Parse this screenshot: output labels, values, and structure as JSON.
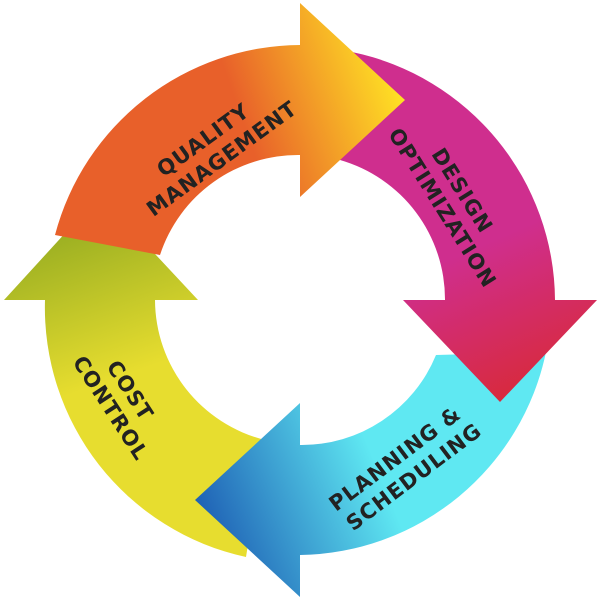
{
  "diagram": {
    "stages": [
      {
        "id": "quality",
        "lines": [
          "Quality",
          "Management"
        ],
        "color_start": "#e8602a",
        "color_end": "#ffe424"
      },
      {
        "id": "design",
        "lines": [
          "Design",
          "Optimization"
        ],
        "color_start": "#cf2e8e",
        "color_end": "#d82a3a"
      },
      {
        "id": "planning",
        "lines": [
          "Planning &",
          "Scheduling"
        ],
        "color_start": "#5fe8f2",
        "color_end": "#1e5fb4"
      },
      {
        "id": "cost",
        "lines": [
          "Cost",
          "Control"
        ],
        "color_start": "#e7dd2f",
        "color_end": "#8fa820"
      }
    ]
  }
}
